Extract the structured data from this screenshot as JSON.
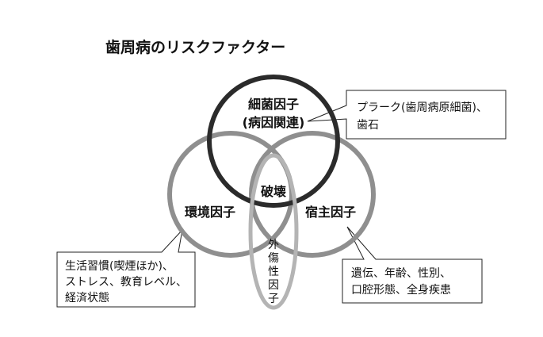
{
  "title": "歯周病のリスクファクター",
  "colors": {
    "dark_circle": "#2b2b2b",
    "gray_circle": "#8f8f8f",
    "oval_outline": "#b4b4b4",
    "text": "#111111",
    "box_border": "#222222"
  },
  "circles": {
    "bacterial": {
      "label_line1": "細菌因子",
      "label_line2": "(病因関連)"
    },
    "environmental": {
      "label": "環境因子"
    },
    "host": {
      "label": "宿主因子"
    },
    "center": {
      "label": "破壊"
    },
    "trauma": {
      "label_chars": [
        "外",
        "傷",
        "性",
        "因",
        "子"
      ]
    }
  },
  "callouts": {
    "bacterial": {
      "lines": [
        "プラーク(歯周病原細菌)、",
        "歯石"
      ]
    },
    "environmental": {
      "lines": [
        "生活習慣(喫煙ほか)、",
        "ストレス、教育レベル、",
        "経済状態"
      ]
    },
    "host": {
      "lines": [
        "遺伝、年齢、性別、",
        "口腔形態、全身疾患"
      ]
    }
  }
}
